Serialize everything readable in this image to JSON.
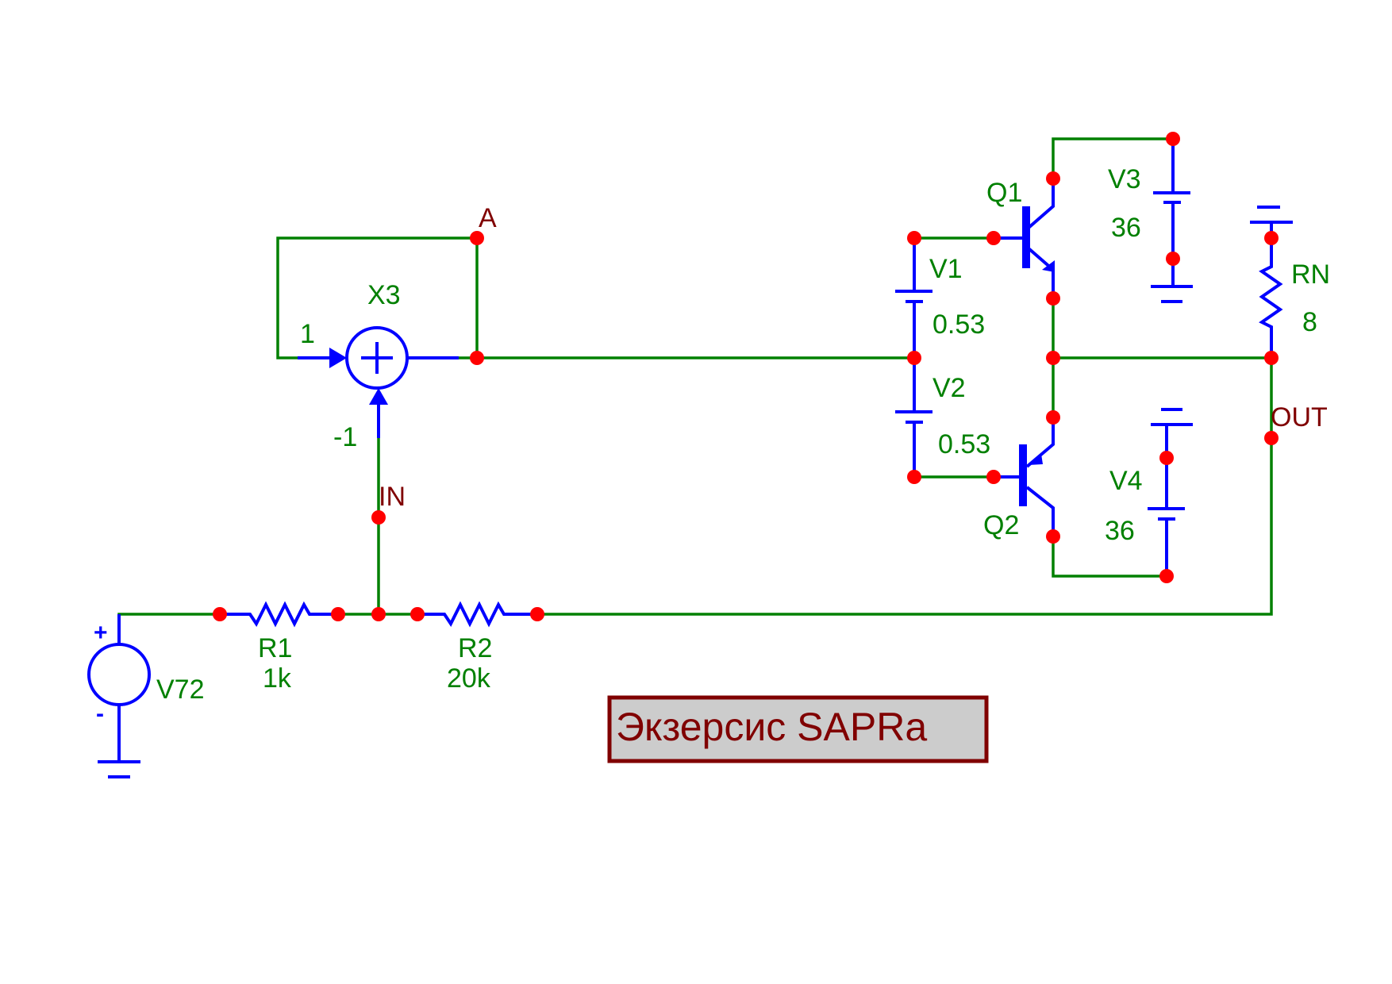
{
  "schematic": {
    "title": "Экзерсис SAPRa",
    "colors": {
      "wire": "#008000",
      "component": "#0000ff",
      "node": "#ff0000",
      "net_label": "#800000",
      "title_fill": "#cccccc",
      "title_border": "#800000"
    },
    "components": {
      "summer": {
        "name": "X3",
        "gain_in1": "1",
        "gain_in2": "-1"
      },
      "v72": {
        "name": "V72",
        "plus": "+",
        "minus": "-"
      },
      "r1": {
        "name": "R1",
        "value": "1k"
      },
      "r2": {
        "name": "R2",
        "value": "20k"
      },
      "v1": {
        "name": "V1",
        "value": "0.53"
      },
      "v2": {
        "name": "V2",
        "value": "0.53"
      },
      "q1": {
        "name": "Q1",
        "type": "NPN"
      },
      "q2": {
        "name": "Q2",
        "type": "PNP"
      },
      "v3": {
        "name": "V3",
        "value": "36"
      },
      "v4": {
        "name": "V4",
        "value": "36"
      },
      "rn": {
        "name": "RN",
        "value": "8"
      }
    },
    "nets": {
      "a": "A",
      "in": "IN",
      "out": "OUT"
    }
  }
}
